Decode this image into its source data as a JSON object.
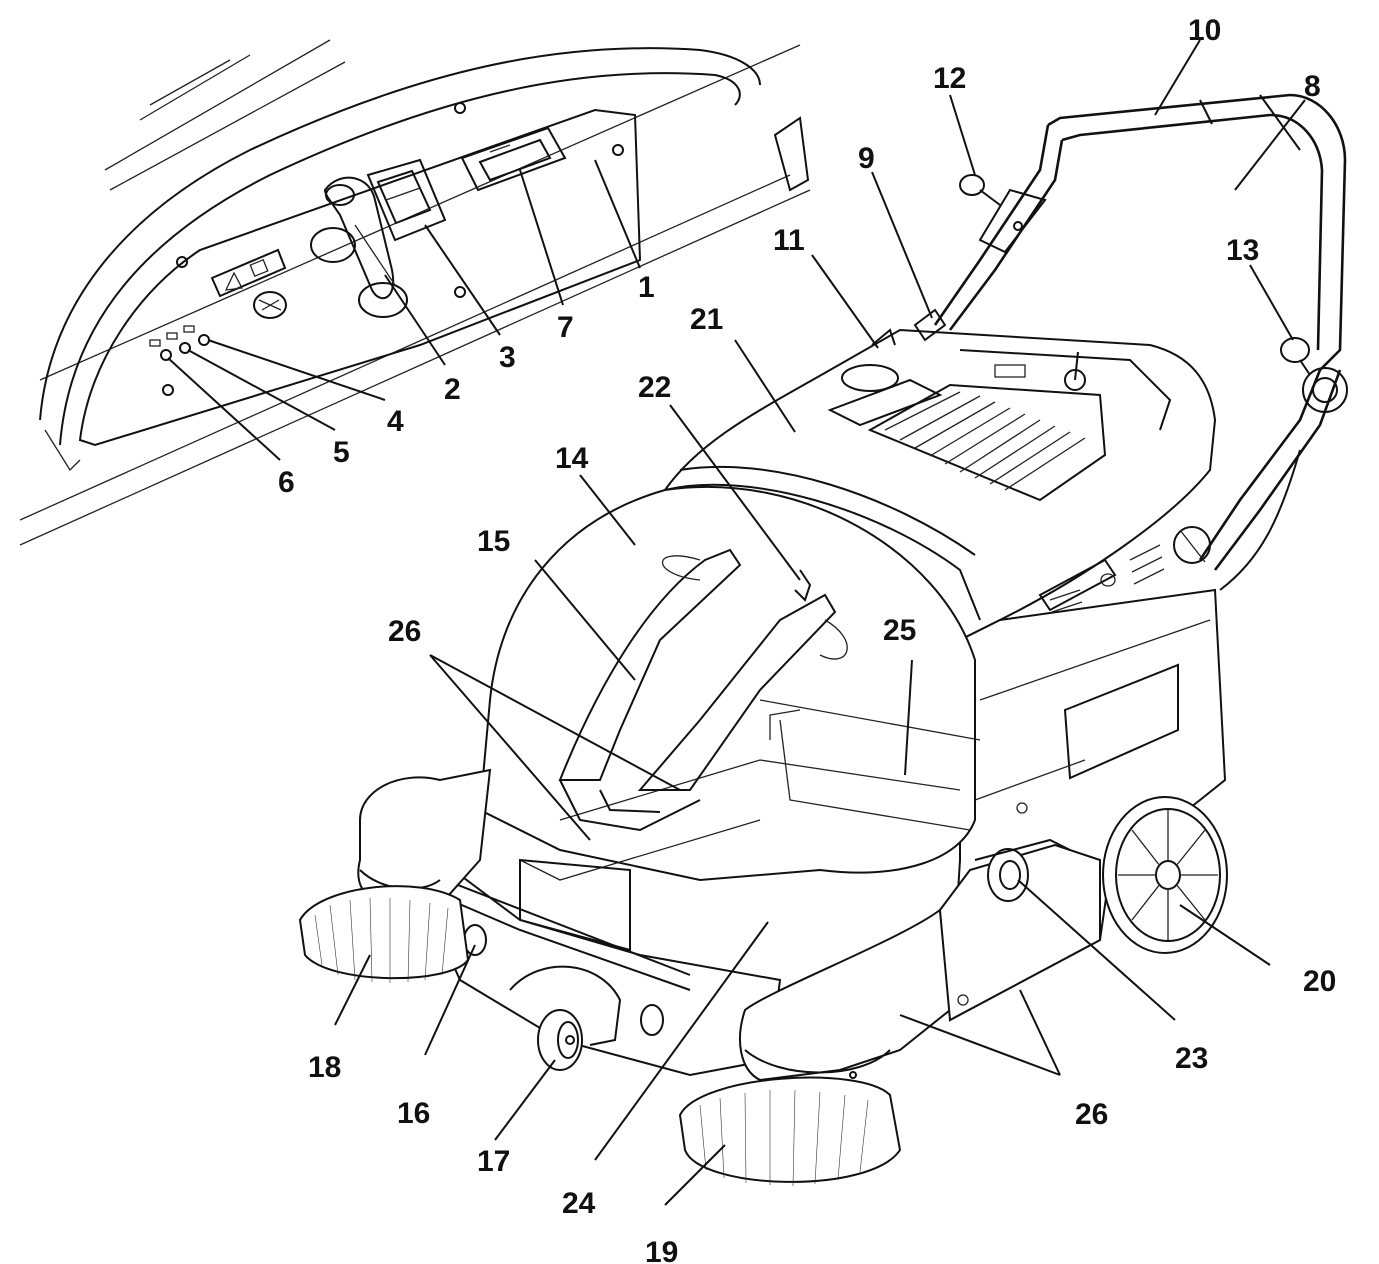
{
  "diagram": {
    "callouts": [
      {
        "id": "c1",
        "text": "1"
      },
      {
        "id": "c2",
        "text": "2"
      },
      {
        "id": "c3",
        "text": "3"
      },
      {
        "id": "c4",
        "text": "4"
      },
      {
        "id": "c5",
        "text": "5"
      },
      {
        "id": "c6",
        "text": "6"
      },
      {
        "id": "c7",
        "text": "7"
      },
      {
        "id": "c8",
        "text": "8"
      },
      {
        "id": "c9",
        "text": "9"
      },
      {
        "id": "c10",
        "text": "10"
      },
      {
        "id": "c11",
        "text": "11"
      },
      {
        "id": "c12",
        "text": "12"
      },
      {
        "id": "c13",
        "text": "13"
      },
      {
        "id": "c14",
        "text": "14"
      },
      {
        "id": "c15",
        "text": "15"
      },
      {
        "id": "c16",
        "text": "16"
      },
      {
        "id": "c17",
        "text": "17"
      },
      {
        "id": "c18",
        "text": "18"
      },
      {
        "id": "c19",
        "text": "19"
      },
      {
        "id": "c20",
        "text": "20"
      },
      {
        "id": "c21",
        "text": "21"
      },
      {
        "id": "c22",
        "text": "22"
      },
      {
        "id": "c23",
        "text": "23"
      },
      {
        "id": "c24",
        "text": "24"
      },
      {
        "id": "c25",
        "text": "25"
      },
      {
        "id": "c26a",
        "text": "26"
      },
      {
        "id": "c26b",
        "text": "26"
      }
    ]
  }
}
